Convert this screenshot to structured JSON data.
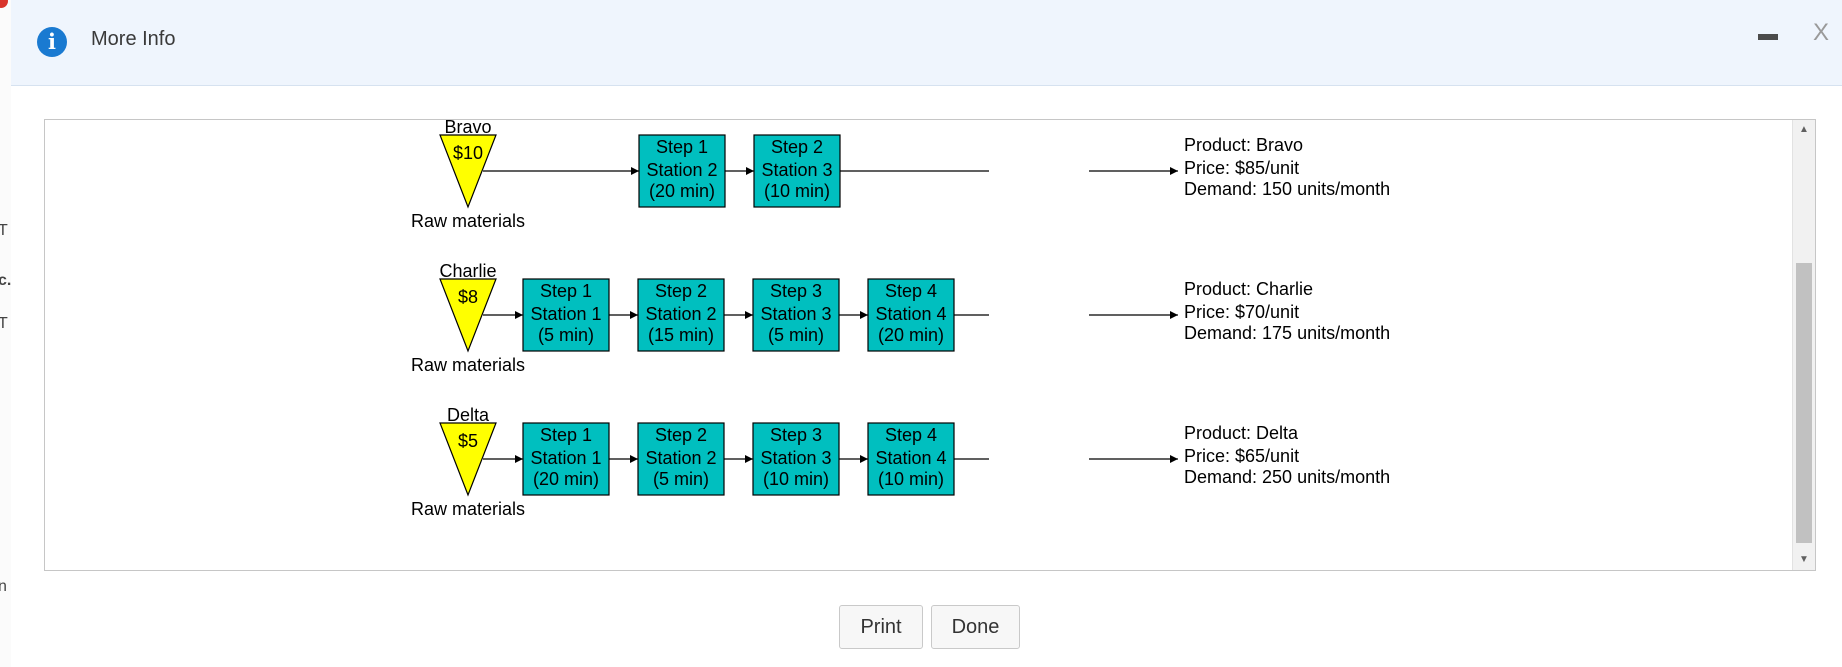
{
  "background_fragments": [
    "T",
    "c.",
    "T",
    "n"
  ],
  "dialog": {
    "title": "More Info",
    "minimize_label": "",
    "close_label": "X",
    "buttons": {
      "print": "Print",
      "done": "Done"
    }
  },
  "colors": {
    "header_bg": "#eff5fd",
    "info_icon": "#1a7ad1",
    "raw_material": "#ffff00",
    "step_box": "#00bfbf"
  },
  "info_icon_glyph": "i",
  "flow": {
    "products": [
      {
        "name": "Bravo",
        "raw_cost": "$10",
        "raw_label": "Raw materials",
        "steps": [
          {
            "step": "Step 1",
            "station": "Station 2",
            "time": "(20 min)"
          },
          {
            "step": "Step 2",
            "station": "Station 3",
            "time": "(10 min)"
          }
        ],
        "product_line": "Product: Bravo",
        "price_line": "Price: $85/unit",
        "demand_line": "Demand: 150 units/month"
      },
      {
        "name": "Charlie",
        "raw_cost": "$8",
        "raw_label": "Raw materials",
        "steps": [
          {
            "step": "Step 1",
            "station": "Station 1",
            "time": "(5 min)"
          },
          {
            "step": "Step 2",
            "station": "Station 2",
            "time": "(15 min)"
          },
          {
            "step": "Step 3",
            "station": "Station 3",
            "time": "(5 min)"
          },
          {
            "step": "Step 4",
            "station": "Station 4",
            "time": "(20 min)"
          }
        ],
        "product_line": "Product: Charlie",
        "price_line": "Price: $70/unit",
        "demand_line": "Demand: 175 units/month"
      },
      {
        "name": "Delta",
        "raw_cost": "$5",
        "raw_label": "Raw materials",
        "steps": [
          {
            "step": "Step 1",
            "station": "Station 1",
            "time": "(20 min)"
          },
          {
            "step": "Step 2",
            "station": "Station 2",
            "time": "(5 min)"
          },
          {
            "step": "Step 3",
            "station": "Station 3",
            "time": "(10 min)"
          },
          {
            "step": "Step 4",
            "station": "Station 4",
            "time": "(10 min)"
          }
        ],
        "product_line": "Product: Delta",
        "price_line": "Price: $65/unit",
        "demand_line": "Demand: 250 units/month"
      }
    ]
  }
}
